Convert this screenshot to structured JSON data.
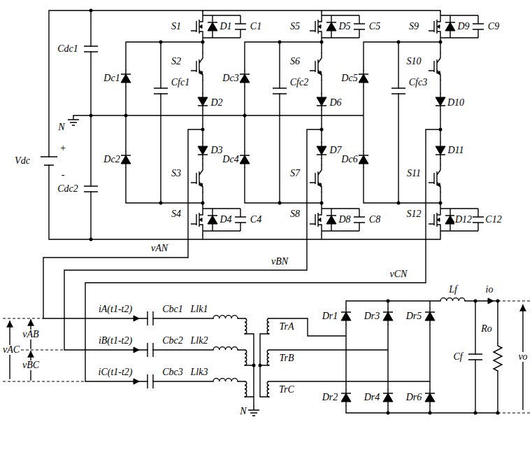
{
  "diagram": {
    "labels": [
      "Cdc1",
      "S1",
      "D1",
      "C1",
      "S5",
      "D5",
      "C5",
      "S9",
      "D9",
      "C9",
      "Dc1",
      "S2",
      "Cfc1",
      "D2",
      "D3",
      "Dc3",
      "S6",
      "Cfc2",
      "D6",
      "D7",
      "Dc5",
      "S10",
      "Cfc3",
      "D10",
      "D11",
      "Vdc",
      "+",
      "-",
      "N",
      "Cdc2",
      "Dc2",
      "S3",
      "S4",
      "D4",
      "C4",
      "Dc4",
      "S7",
      "S8",
      "D8",
      "C8",
      "Dc6",
      "S11",
      "S12",
      "D12",
      "C12",
      "vAN",
      "vBN",
      "vCN",
      "vAB",
      "vAC",
      "vBC",
      "iA(t1-t2)",
      "Cbc1",
      "Llk1",
      "iB(t1-t2)",
      "Cbc2",
      "Llk2",
      "iC(t1-t2)",
      "Cbc3",
      "Llk3",
      "TrA",
      "TrB",
      "TrC",
      "N",
      "Dr1",
      "Dr3",
      "Dr5",
      "Dr2",
      "Dr4",
      "Dr6",
      "Lf",
      "io",
      "Cf",
      "Ro",
      "vo"
    ]
  }
}
